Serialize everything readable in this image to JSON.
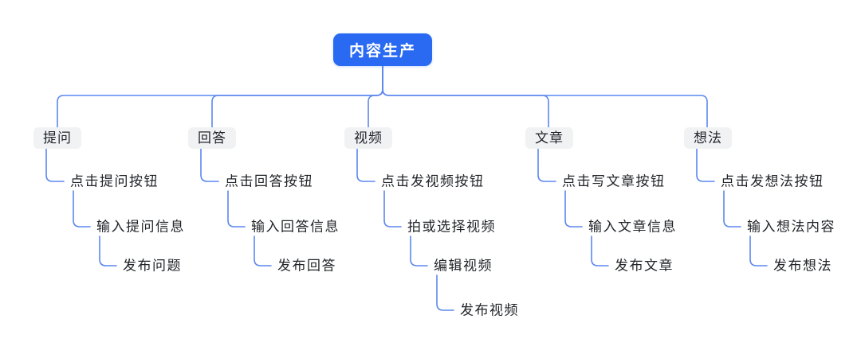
{
  "root": {
    "label": "内容生产"
  },
  "branches": [
    {
      "label": "提问",
      "children": [
        "点击提问按钮",
        "输入提问信息",
        "发布问题"
      ]
    },
    {
      "label": "回答",
      "children": [
        "点击回答按钮",
        "输入回答信息",
        "发布回答"
      ]
    },
    {
      "label": "视频",
      "children": [
        "点击发视频按钮",
        "拍或选择视频",
        "编辑视频",
        "发布视频"
      ]
    },
    {
      "label": "文章",
      "children": [
        "点击写文章按钮",
        "输入文章信息",
        "发布文章"
      ]
    },
    {
      "label": "想法",
      "children": [
        "点击发想法按钮",
        "输入想法内容",
        "发布想法"
      ]
    }
  ],
  "colors": {
    "root_fill": "#2a6af2",
    "root_text": "#ffffff",
    "branch_fill": "#f1f2f4",
    "branch_text": "#1f2329",
    "step_text": "#212429",
    "connector": "#5b87f0",
    "background": "#ffffff"
  }
}
